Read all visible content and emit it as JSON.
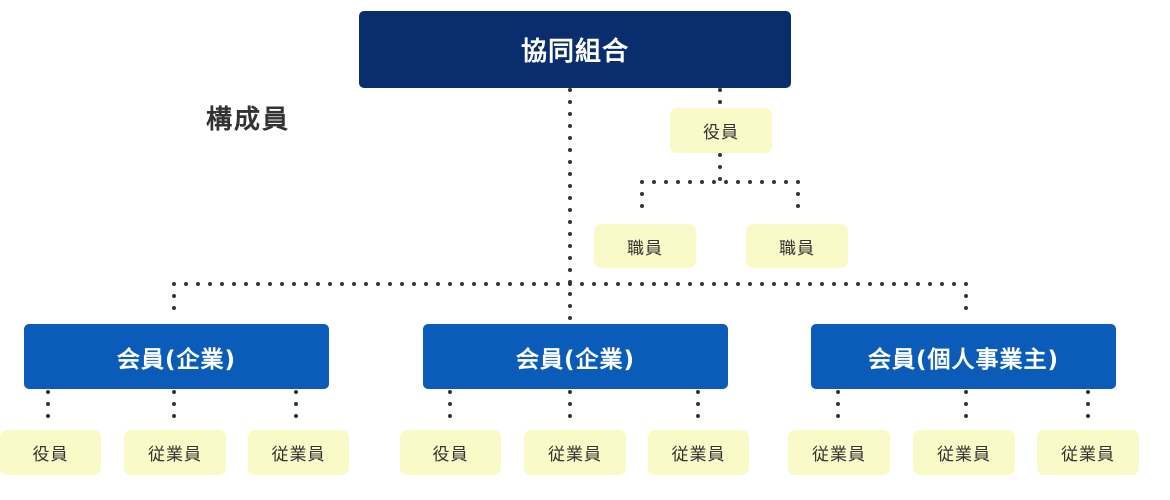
{
  "root": {
    "label": "協同組合"
  },
  "members_caption": "構成員",
  "root_children": {
    "officer": "役員",
    "staff": [
      "職員",
      "職員"
    ]
  },
  "members": [
    {
      "label": "会員(企業)",
      "children": [
        "役員",
        "従業員",
        "従業員"
      ]
    },
    {
      "label": "会員(企業)",
      "children": [
        "役員",
        "従業員",
        "従業員"
      ]
    },
    {
      "label": "会員(個人事業主)",
      "children": [
        "従業員",
        "従業員",
        "従業員"
      ]
    }
  ],
  "colors": {
    "root_fill": "#0a2d6e",
    "member_fill": "#0b5bb8",
    "chip_fill": "#fafac8",
    "connector": "#333333"
  }
}
